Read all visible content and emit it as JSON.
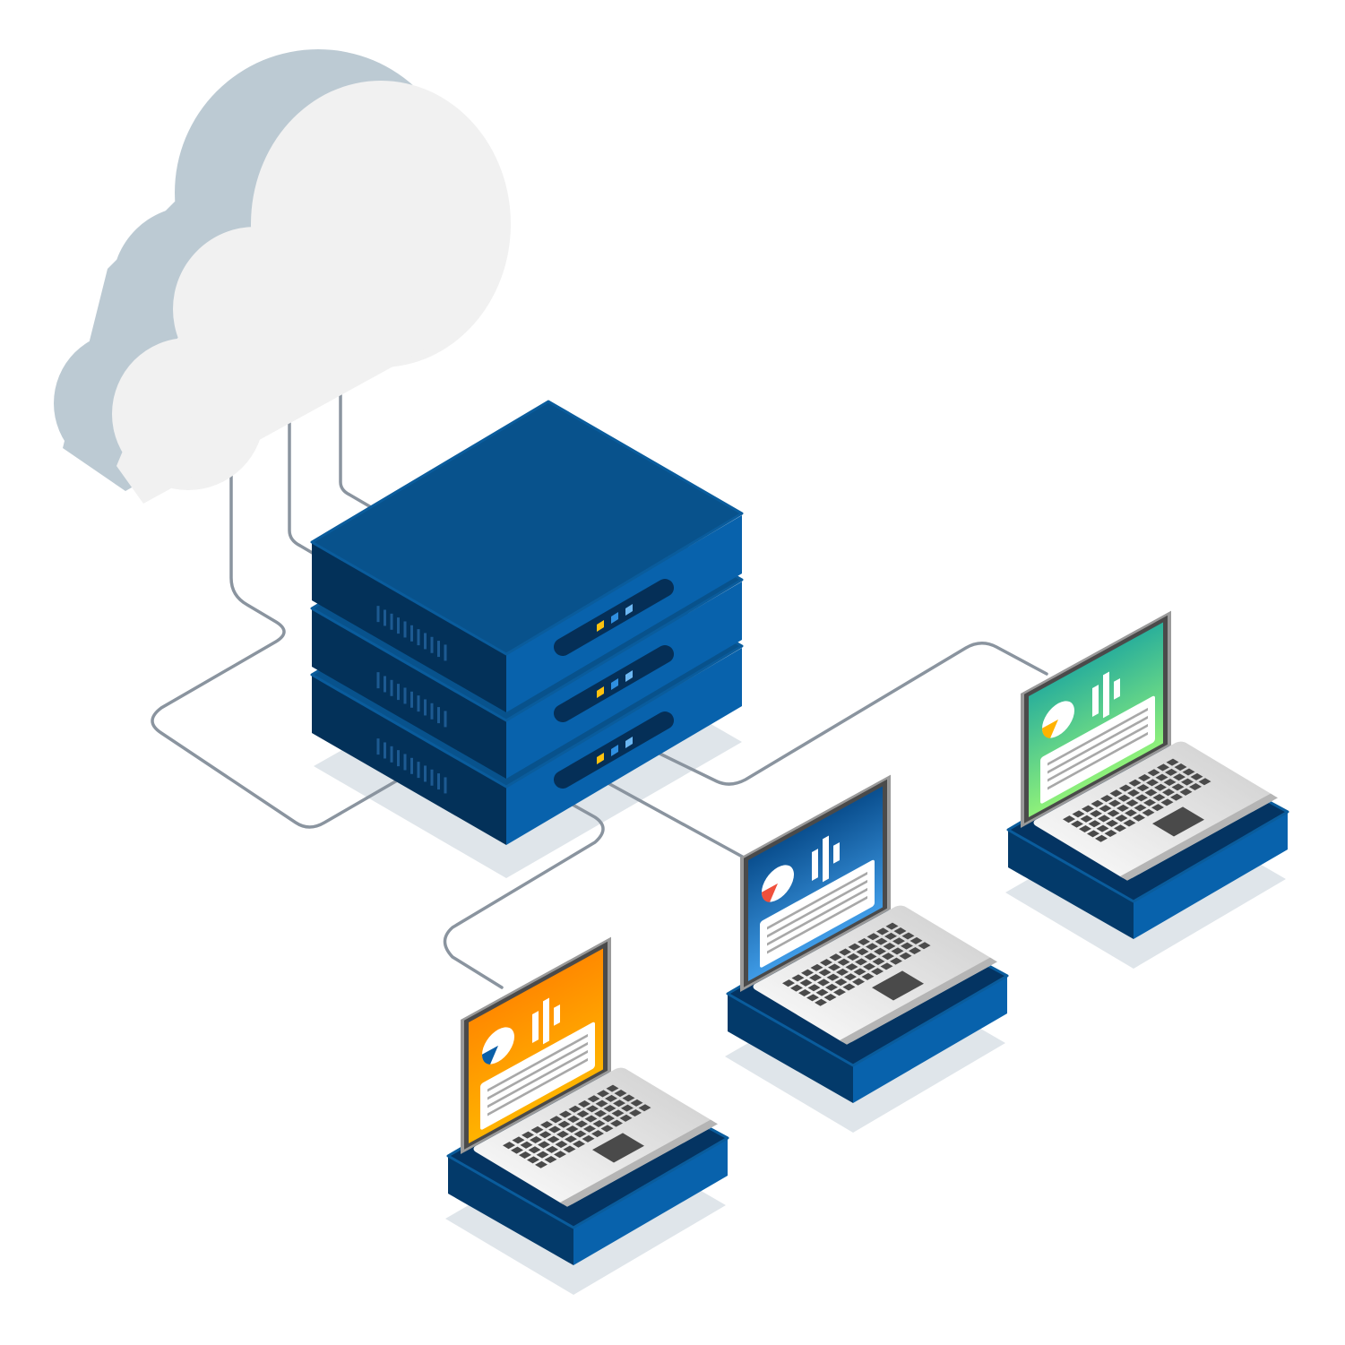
{
  "scene": {
    "elements": [
      "cloud-icon",
      "server-rack-icon",
      "laptop-icon"
    ],
    "laptops": [
      {
        "name": "laptop-orange",
        "screen_top": "#ff8a00",
        "screen_bottom": "#ffb300",
        "pie_accent": "#0a5fa8"
      },
      {
        "name": "laptop-blue",
        "screen_top": "#0a4f8f",
        "screen_bottom": "#3f9be6",
        "pie_accent": "#f0503c"
      },
      {
        "name": "laptop-green",
        "screen_top": "#2bb09a",
        "screen_bottom": "#8ef07a",
        "pie_accent": "#ffb300"
      }
    ]
  },
  "colors": {
    "server_top": "#08528c",
    "server_front": "#0862ac",
    "server_side": "#033159",
    "cable": "#8a949f",
    "cloud_front": "#f1f1f1",
    "cloud_back": "#bccad3",
    "shadow": "#dfe5ea",
    "led_yellow": "#ffc20e",
    "led_blue": "#2f8fe0",
    "led_light": "#6cb7f2"
  }
}
